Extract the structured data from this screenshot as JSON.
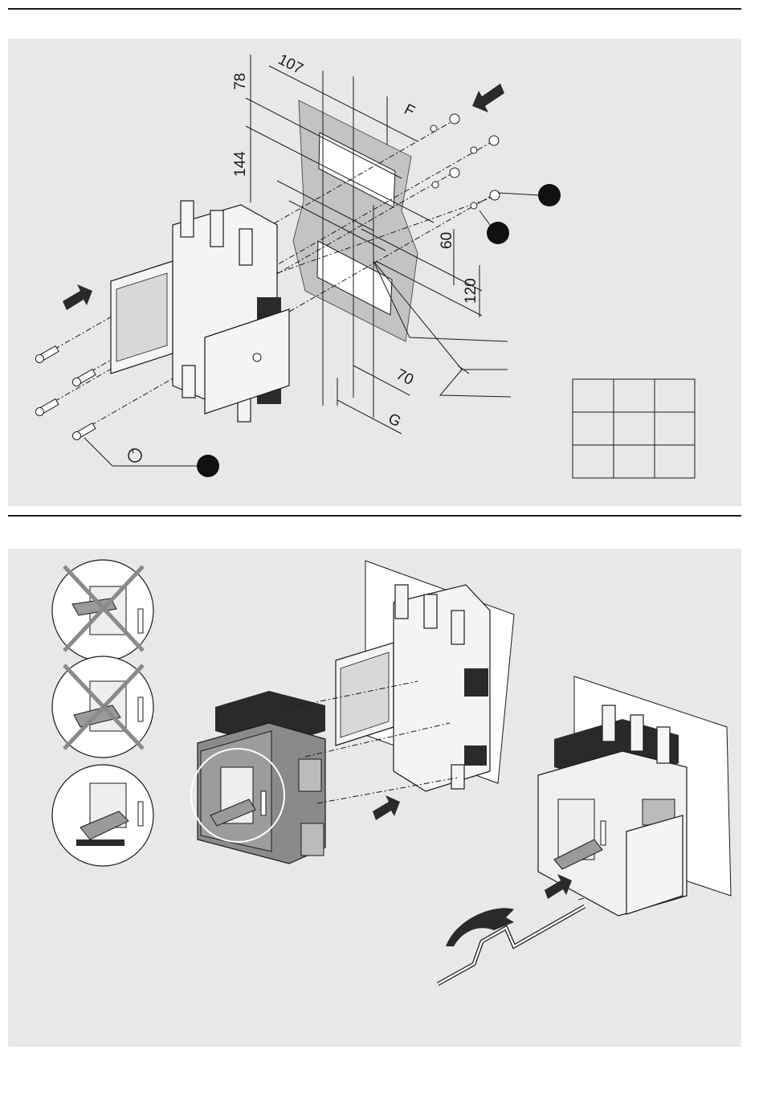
{
  "figure_top": {
    "dimensions": {
      "d107": "107",
      "d78": "78",
      "d144": "144",
      "dF": "F",
      "d60": "60",
      "d120": "120",
      "d70": "70",
      "dG": "G"
    },
    "callouts": 3,
    "table": {
      "rows": 3,
      "cols": 3
    }
  },
  "figure_bottom": {
    "check_views": [
      "incorrect",
      "incorrect",
      "correct"
    ]
  },
  "colors": {
    "panel": "#e8e8e8",
    "ink": "#1a1a1a",
    "door": "#b4b4b4"
  }
}
